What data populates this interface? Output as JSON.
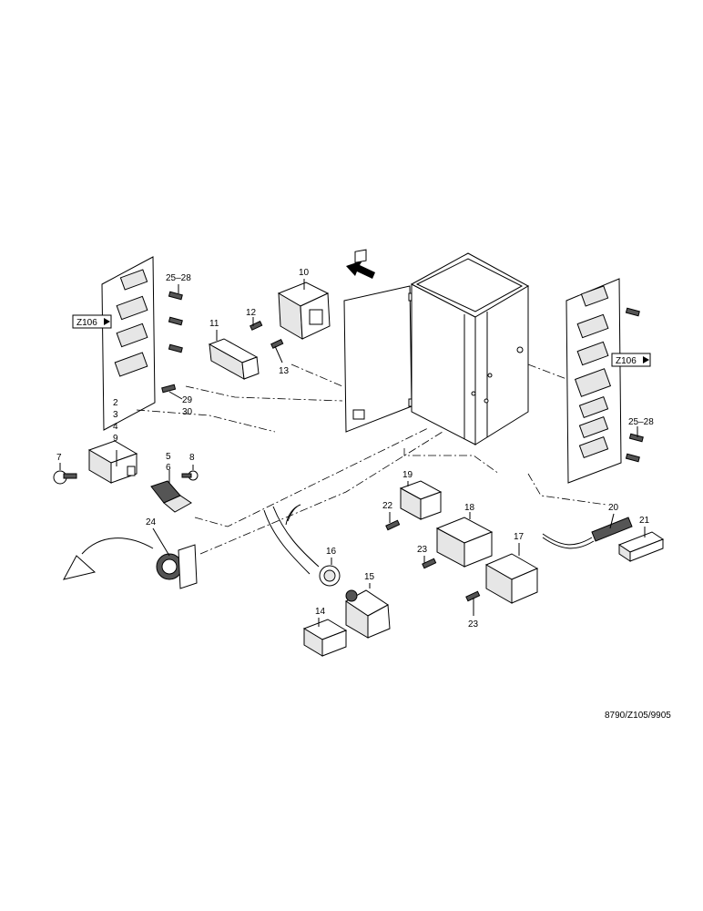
{
  "callouts": {
    "p2": "2",
    "p3": "3",
    "p4": "4",
    "p5": "5",
    "p6": "6",
    "p7": "7",
    "p8": "8",
    "p9": "9",
    "p10": "10",
    "p11": "11",
    "p12": "12",
    "p13": "13",
    "p14": "14",
    "p15": "15",
    "p16": "16",
    "p17": "17",
    "p18": "18",
    "p19": "19",
    "p20": "20",
    "p21": "21",
    "p22": "22",
    "p23a": "23",
    "p23b": "23",
    "p24": "24",
    "p25_28_left": "25–28",
    "p25_28_right": "25–28",
    "p29": "29",
    "p30": "30"
  },
  "references": {
    "left": "Z106",
    "right": "Z106"
  },
  "drawing_code": "8790/Z105/9905"
}
